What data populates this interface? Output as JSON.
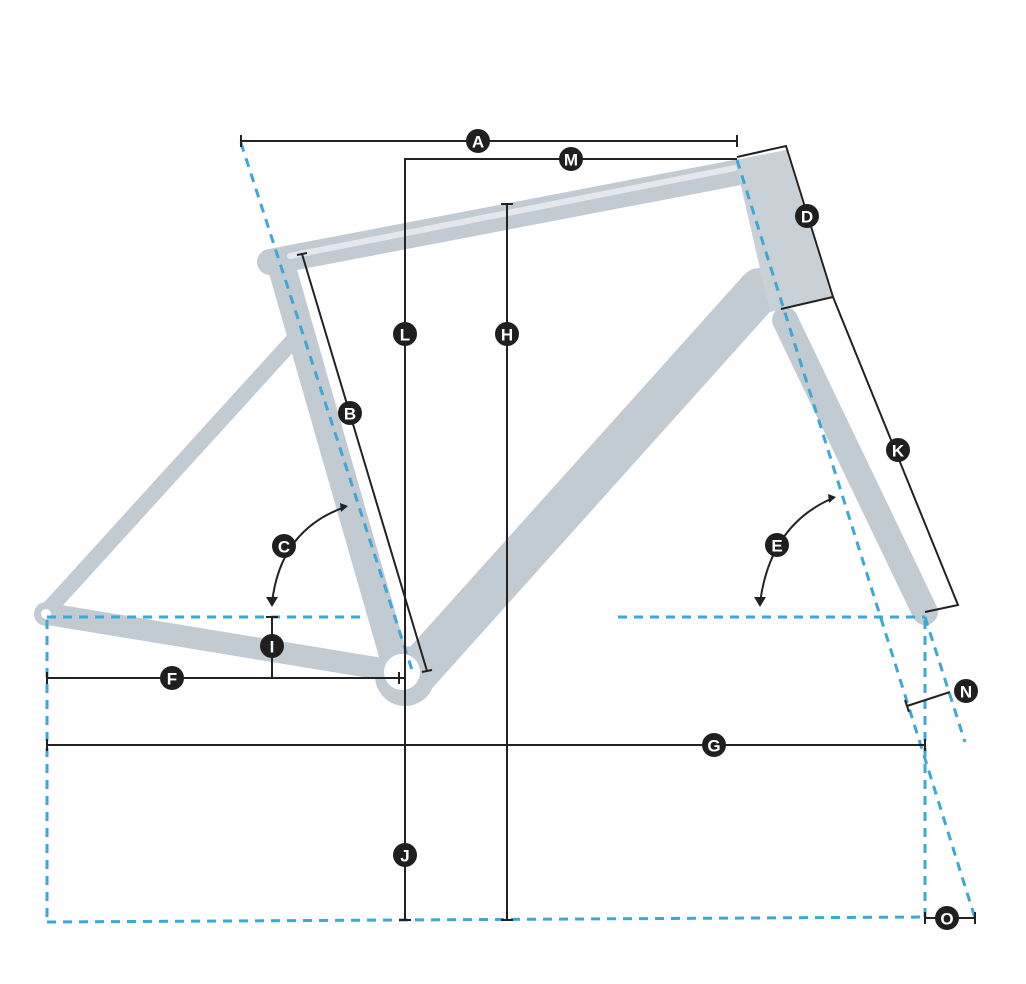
{
  "diagram": {
    "labels": {
      "A": "A",
      "B": "B",
      "C": "C",
      "D": "D",
      "E": "E",
      "F": "F",
      "G": "G",
      "H": "H",
      "I": "I",
      "J": "J",
      "K": "K",
      "L": "L",
      "M": "M",
      "N": "N",
      "O": "O"
    },
    "colors": {
      "axis_lines": "#3fa6d6",
      "dimension_lines": "#222222",
      "label_badges": "#1f1f1f",
      "frame": "#c3cbd2"
    }
  }
}
